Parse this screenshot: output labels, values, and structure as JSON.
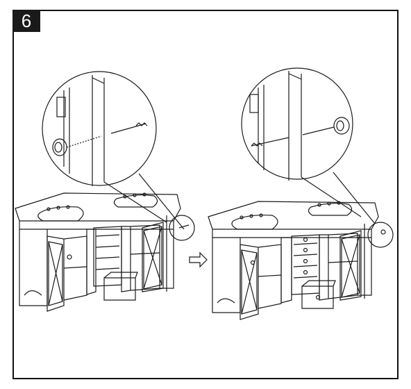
{
  "step": {
    "number": "6"
  },
  "illustration": {
    "panels": [
      "before",
      "after"
    ],
    "arrow": "right-arrow",
    "line_color": "#1a1a1a"
  }
}
